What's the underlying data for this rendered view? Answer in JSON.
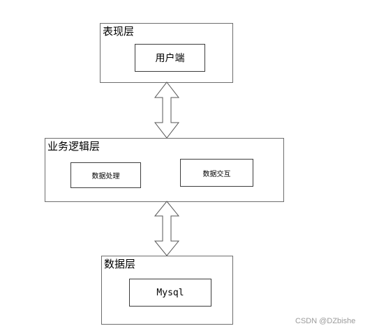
{
  "layers": [
    {
      "title": "表现层",
      "components": [
        "用户端"
      ]
    },
    {
      "title": "业务逻辑层",
      "components": [
        "数据处理",
        "数据交互"
      ]
    },
    {
      "title": "数据层",
      "components": [
        "Mysql"
      ]
    }
  ],
  "connectors": [
    {
      "from": "表现层",
      "to": "业务逻辑层",
      "style": "double-headed hollow arrow"
    },
    {
      "from": "业务逻辑层",
      "to": "数据层",
      "style": "double-headed hollow arrow"
    }
  ],
  "watermark": "CSDN @DZbishe"
}
